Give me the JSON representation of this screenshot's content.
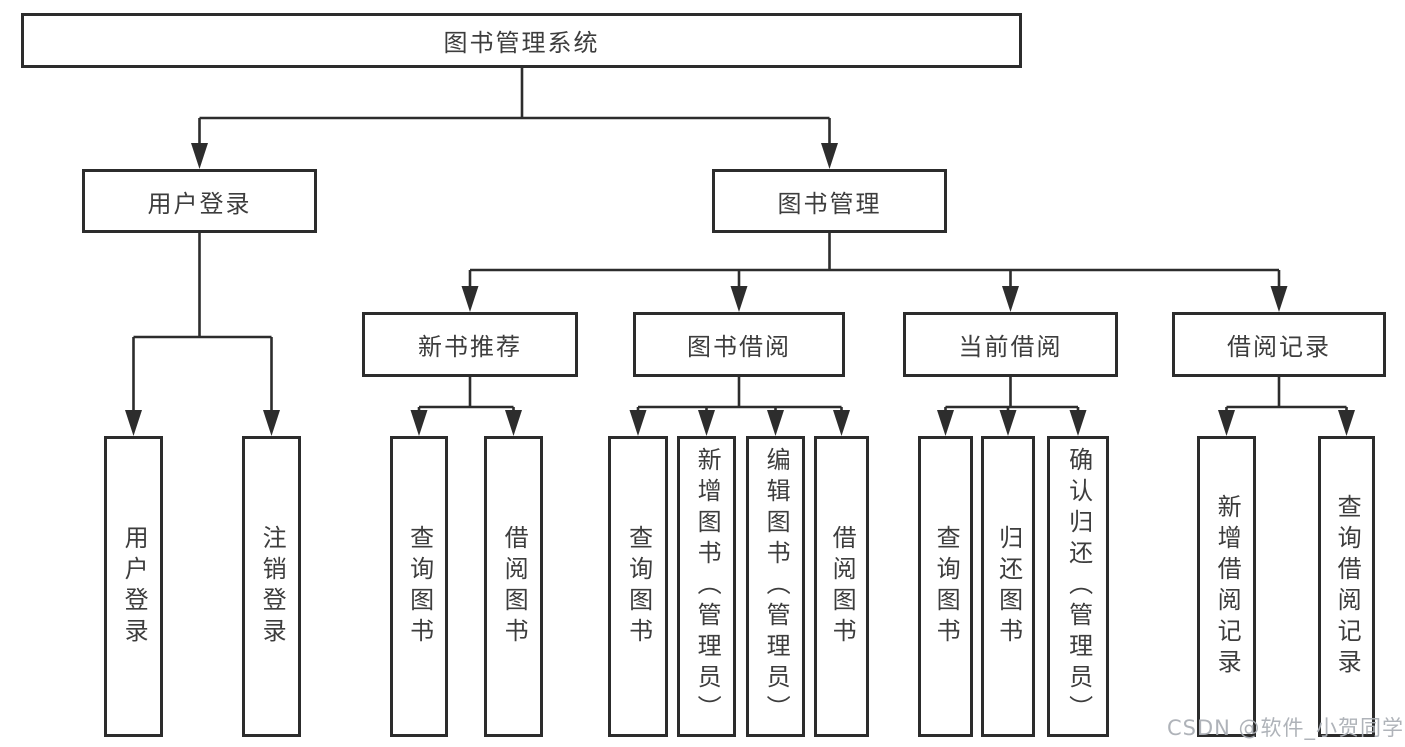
{
  "colors": {
    "line": "#2d2d2d",
    "box_border": "#2c2c2c",
    "text": "#3d3d3d",
    "watermark": "#abafb5",
    "background": "#ffffff"
  },
  "root": {
    "label": "图书管理系统"
  },
  "level2": [
    {
      "label": "用户登录"
    },
    {
      "label": "图书管理"
    }
  ],
  "level3": [
    {
      "label": "新书推荐",
      "parent": "图书管理"
    },
    {
      "label": "图书借阅",
      "parent": "图书管理"
    },
    {
      "label": "当前借阅",
      "parent": "图书管理"
    },
    {
      "label": "借阅记录",
      "parent": "图书管理"
    }
  ],
  "leaves": [
    {
      "label": "用户登录",
      "parent": "用户登录"
    },
    {
      "label": "注销登录",
      "parent": "用户登录"
    },
    {
      "label": "查询图书",
      "parent": "新书推荐"
    },
    {
      "label": "借阅图书",
      "parent": "新书推荐"
    },
    {
      "label": "查询图书",
      "parent": "图书借阅"
    },
    {
      "label": "新增图书（管理员）",
      "parent": "图书借阅"
    },
    {
      "label": "编辑图书（管理员）",
      "parent": "图书借阅"
    },
    {
      "label": "借阅图书",
      "parent": "图书借阅"
    },
    {
      "label": "查询图书",
      "parent": "当前借阅"
    },
    {
      "label": "归还图书",
      "parent": "当前借阅"
    },
    {
      "label": "确认归还（管理员）",
      "parent": "当前借阅"
    },
    {
      "label": "新增借阅记录",
      "parent": "借阅记录"
    },
    {
      "label": "查询借阅记录",
      "parent": "借阅记录"
    }
  ],
  "watermark": "CSDN @软件_小贺同学"
}
